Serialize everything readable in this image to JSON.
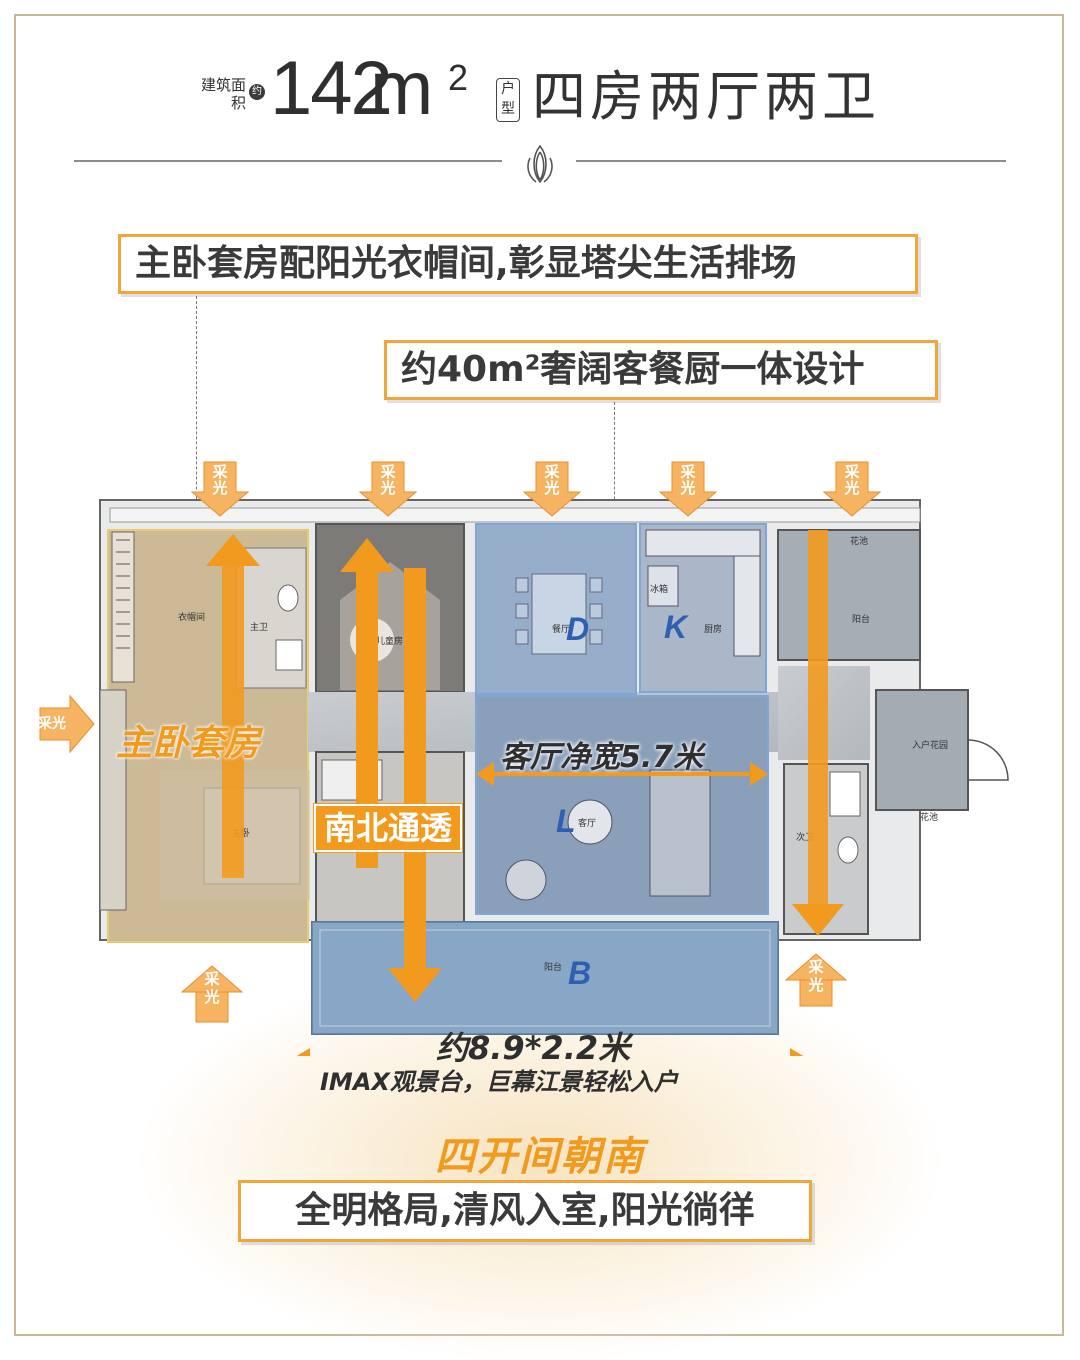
{
  "header": {
    "area_label": "建筑面积",
    "approx": "约",
    "area_value": "142",
    "area_unit": "m",
    "area_sup": "2",
    "type_label": "户型",
    "type_value": "四房两厅两卫"
  },
  "callouts": {
    "master_suite": "主卧套房配阳光衣帽间,彰显塔尖生活排场",
    "living_space": "约40m²奢阔客餐厨一体设计"
  },
  "light_tag": "采光",
  "plan": {
    "master_suite_label": "主卧套房",
    "north_south_label": "南北通透",
    "living_width_label": "客厅净宽5.7米",
    "balcony_size_label": "约8.9*2.2米",
    "balcony_desc": "IMAX观景台，巨幕江景轻松入户",
    "zone_d": "D",
    "zone_k": "K",
    "zone_l": "L",
    "zone_b": "B",
    "rooms": {
      "closet": "衣帽间",
      "master_bath": "主卫",
      "master_bed": "主卧",
      "kids_room": "儿童房",
      "dining": "餐厅",
      "kitchen": "厨房",
      "fridge": "冰箱",
      "living": "客厅",
      "balcony_main": "阳台",
      "balcony_side": "阳台",
      "planter_top": "花池",
      "entry_garden": "入户花园",
      "planter_bottom": "花池",
      "second_bath": "次卫"
    }
  },
  "bottom": {
    "title": "四开间朝南",
    "subtitle": "全明格局,清风入室,阳光徜徉"
  },
  "colors": {
    "accent_orange": "#f29a1e",
    "callout_border": "#f0a63d",
    "frame": "#c9b79a",
    "zone_blue": "#7ea6d6"
  }
}
